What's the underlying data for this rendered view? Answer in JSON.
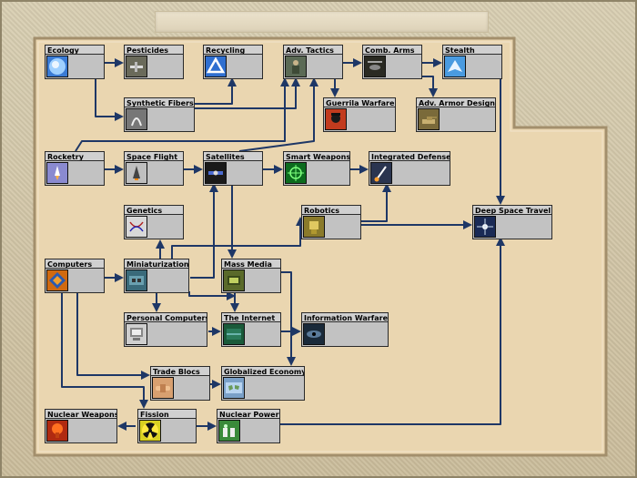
{
  "techs": [
    {
      "id": "ecology",
      "name": "Ecology",
      "icon": "globe-icon",
      "color": "#3a7bd5"
    },
    {
      "id": "pesticides",
      "name": "Pesticides",
      "icon": "crop-duster-icon",
      "color": "#6a6a5a"
    },
    {
      "id": "recycling",
      "name": "Recycling",
      "icon": "recycle-icon",
      "color": "#2f6fd0"
    },
    {
      "id": "adv_tactics",
      "name": "Adv. Tactics",
      "icon": "soldier-icon",
      "color": "#5b6a55"
    },
    {
      "id": "comb_arms",
      "name": "Comb. Arms",
      "icon": "helicopter-icon",
      "color": "#2a2a22"
    },
    {
      "id": "stealth",
      "name": "Stealth",
      "icon": "stealth-jet-icon",
      "color": "#4a9be0"
    },
    {
      "id": "synthetic_fibers",
      "name": "Synthetic Fibers",
      "icon": "fiber-icon",
      "color": "#777"
    },
    {
      "id": "guerrilla",
      "name": "Guerrila Warfare",
      "icon": "guerrilla-portrait-icon",
      "color": "#c23b1e"
    },
    {
      "id": "adv_armor",
      "name": "Adv. Armor Design",
      "icon": "tank-icon",
      "color": "#7a6a3a"
    },
    {
      "id": "rocketry",
      "name": "Rocketry",
      "icon": "rocket-icon",
      "color": "#8a8ad0"
    },
    {
      "id": "space_flight",
      "name": "Space Flight",
      "icon": "shuttle-icon",
      "color": "#bfbfbf"
    },
    {
      "id": "satellites",
      "name": "Satellites",
      "icon": "satellite-icon",
      "color": "#1a1a1a"
    },
    {
      "id": "smart_weapons",
      "name": "Smart Weapons",
      "icon": "crosshair-icon",
      "color": "#0c6b1e"
    },
    {
      "id": "integrated_defense",
      "name": "Integrated Defense",
      "icon": "missile-launch-icon",
      "color": "#2a3550"
    },
    {
      "id": "genetics",
      "name": "Genetics",
      "icon": "dna-icon",
      "color": "#d8d8d8"
    },
    {
      "id": "robotics",
      "name": "Robotics",
      "icon": "robot-icon",
      "color": "#8a7a2a"
    },
    {
      "id": "deep_space",
      "name": "Deep Space Travel",
      "icon": "starburst-icon",
      "color": "#1a2a55"
    },
    {
      "id": "computers",
      "name": "Computers",
      "icon": "chip-icon",
      "color": "#d06a10"
    },
    {
      "id": "miniaturization",
      "name": "Miniaturization",
      "icon": "circuit-board-icon",
      "color": "#3a6a7a"
    },
    {
      "id": "mass_media",
      "name": "Mass Media",
      "icon": "broadcast-icon",
      "color": "#5a6a2a"
    },
    {
      "id": "personal_computers",
      "name": "Personal Computers",
      "icon": "pc-icon",
      "color": "#cfcfcf"
    },
    {
      "id": "internet",
      "name": "The Internet",
      "icon": "network-icon",
      "color": "#1a5a3a"
    },
    {
      "id": "info_warfare",
      "name": "Information Warfare",
      "icon": "eye-icon",
      "color": "#1a2a3a"
    },
    {
      "id": "trade_blocs",
      "name": "Trade Blocs",
      "icon": "handshake-icon",
      "color": "#d8a070"
    },
    {
      "id": "globalized_economy",
      "name": "Globalized Economy",
      "icon": "world-map-icon",
      "color": "#7aa0c8"
    },
    {
      "id": "nuclear_weapons",
      "name": "Nuclear Weapons",
      "icon": "explosion-icon",
      "color": "#b02a10"
    },
    {
      "id": "fission",
      "name": "Fission",
      "icon": "radiation-icon",
      "color": "#d8d020"
    },
    {
      "id": "nuclear_power",
      "name": "Nuclear Power",
      "icon": "power-plant-icon",
      "color": "#3a8a3a"
    }
  ]
}
